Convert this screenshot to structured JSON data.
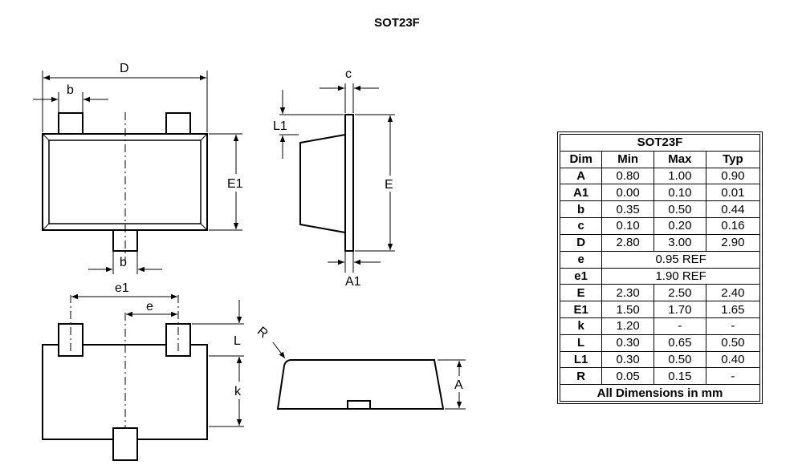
{
  "title": "SOT23F",
  "diagram_labels": {
    "D": "D",
    "b_top": "b",
    "b_bottom": "b",
    "E1": "E1",
    "c": "c",
    "L1": "L1",
    "E": "E",
    "A1": "A1",
    "e1": "e1",
    "e": "e",
    "L": "L",
    "k": "k",
    "R": "R",
    "A": "A"
  },
  "table": {
    "title": "SOT23F",
    "headers": [
      "Dim",
      "Min",
      "Max",
      "Typ"
    ],
    "rows": [
      {
        "dim": "A",
        "min": "0.80",
        "max": "1.00",
        "typ": "0.90"
      },
      {
        "dim": "A1",
        "min": "0.00",
        "max": "0.10",
        "typ": "0.01"
      },
      {
        "dim": "b",
        "min": "0.35",
        "max": "0.50",
        "typ": "0.44"
      },
      {
        "dim": "c",
        "min": "0.10",
        "max": "0.20",
        "typ": "0.16"
      },
      {
        "dim": "D",
        "min": "2.80",
        "max": "3.00",
        "typ": "2.90"
      },
      {
        "dim": "e",
        "ref": "0.95 REF"
      },
      {
        "dim": "e1",
        "ref": "1.90 REF"
      },
      {
        "dim": "E",
        "min": "2.30",
        "max": "2.50",
        "typ": "2.40"
      },
      {
        "dim": "E1",
        "min": "1.50",
        "max": "1.70",
        "typ": "1.65"
      },
      {
        "dim": "k",
        "min": "1.20",
        "max": "-",
        "typ": "-"
      },
      {
        "dim": "L",
        "min": "0.30",
        "max": "0.65",
        "typ": "0.50"
      },
      {
        "dim": "L1",
        "min": "0.30",
        "max": "0.50",
        "typ": "0.40"
      },
      {
        "dim": "R",
        "min": "0.05",
        "max": "0.15",
        "typ": "-"
      }
    ],
    "footer": "All Dimensions in mm"
  }
}
